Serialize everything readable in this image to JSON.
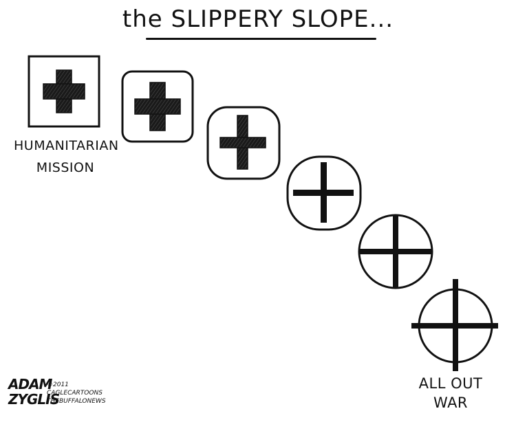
{
  "title": "the SLIPPERY SLOPE...",
  "caption_start": {
    "line1": "HUMANITARIAN",
    "line2": "MISSION"
  },
  "caption_end": {
    "line1": "ALL OUT",
    "line2": "WAR"
  },
  "signature": {
    "name_line1": "ADAM",
    "name_line2": "ZYGLIS",
    "credit_line1": "©2011",
    "credit_line2": "CAGLECARTOONS",
    "credit_line3": "THEBUFFALONEWS"
  },
  "icon_sequence": [
    "red-cross-square-icon",
    "red-cross-rounded-square-icon",
    "red-cross-rounded-icon",
    "cross-circle-icon",
    "crosshair-circle-icon",
    "crosshair-target-icon"
  ],
  "colors": {
    "ink": "#111111",
    "paper": "#ffffff"
  }
}
